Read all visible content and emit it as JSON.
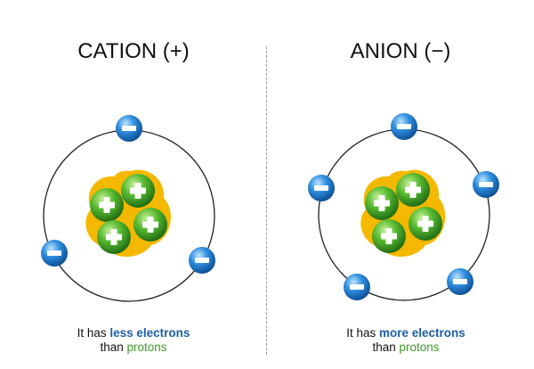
{
  "cation": {
    "title": "CATION (+)",
    "caption_prefix": "It has ",
    "caption_highlight": "less electrons",
    "caption_line2_prefix": "than ",
    "caption_line2_highlight": "protons",
    "proton_count": 4,
    "electron_count": 3
  },
  "anion": {
    "title": "ANION (−)",
    "caption_prefix": "It has ",
    "caption_highlight": "more electrons",
    "caption_line2_prefix": "than ",
    "caption_line2_highlight": "protons",
    "proton_count": 4,
    "electron_count": 5
  },
  "colors": {
    "proton": "#3aa12b",
    "electron": "#1f7fd1",
    "nucleus_cloud": "#f5b800",
    "orbit": "#222222",
    "highlight_electrons": "#1d5fa6",
    "highlight_protons": "#3f9a2c"
  },
  "icons": {
    "proton": "plus-icon",
    "electron": "minus-icon"
  }
}
